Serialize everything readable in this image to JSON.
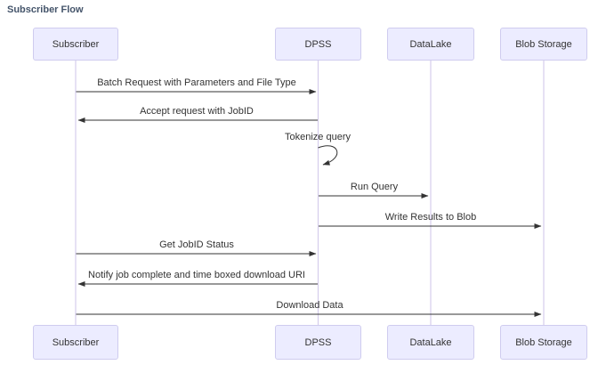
{
  "title": "Subscriber Flow",
  "diagram_type": "sequence-diagram",
  "actors": [
    {
      "id": "subscriber",
      "label": "Subscriber"
    },
    {
      "id": "dpss",
      "label": "DPSS"
    },
    {
      "id": "datalake",
      "label": "DataLake"
    },
    {
      "id": "blob-storage",
      "label": "Blob Storage"
    }
  ],
  "messages": [
    {
      "from": "subscriber",
      "to": "dpss",
      "label": "Batch Request with Parameters and File Type",
      "line": "solid",
      "direction": "right"
    },
    {
      "from": "dpss",
      "to": "subscriber",
      "label": "Accept request with JobID",
      "line": "solid",
      "direction": "left"
    },
    {
      "from": "dpss",
      "to": "dpss",
      "label": "Tokenize query",
      "line": "solid",
      "direction": "self"
    },
    {
      "from": "dpss",
      "to": "datalake",
      "label": "Run Query",
      "line": "solid",
      "direction": "right"
    },
    {
      "from": "dpss",
      "to": "blob-storage",
      "label": "Write Results to Blob",
      "line": "solid",
      "direction": "right"
    },
    {
      "from": "subscriber",
      "to": "dpss",
      "label": "Get JobID Status",
      "line": "solid",
      "direction": "right"
    },
    {
      "from": "dpss",
      "to": "subscriber",
      "label": "Notify job complete and time boxed download URI",
      "line": "solid",
      "direction": "left"
    },
    {
      "from": "subscriber",
      "to": "blob-storage",
      "label": "Download Data",
      "line": "solid",
      "direction": "right"
    }
  ],
  "colors": {
    "background": "#ffffff",
    "actor_fill": "#ECECFF",
    "actor_border": "#cfccef",
    "lifeline": "#d5cdec",
    "arrow": "#333333",
    "message_text": "#333333",
    "title_text": "#44546a"
  }
}
